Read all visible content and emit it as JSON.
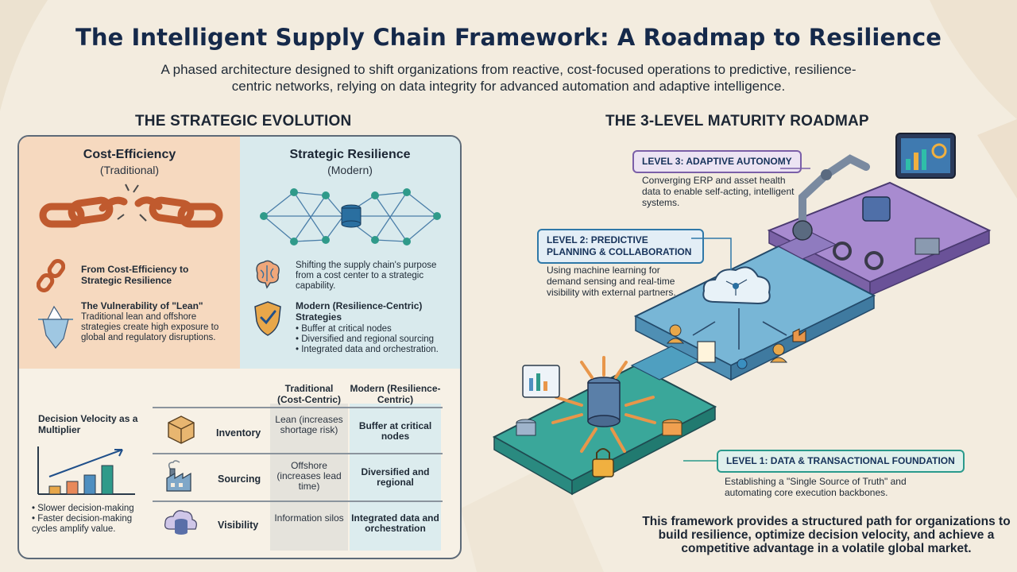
{
  "header": {
    "title": "The Intelligent Supply Chain Framework: A Roadmap to Resilience",
    "subtitle": "A phased architecture designed to shift organizations from reactive, cost-focused operations to predictive, resilience-centric networks, relying on data integrity for advanced automation and adaptive intelligence."
  },
  "evolution": {
    "heading": "THE STRATEGIC EVOLUTION",
    "cost": {
      "title": "Cost-Efficiency",
      "subtitle": "(Traditional)",
      "items": [
        {
          "title": "From Cost-Efficiency to Strategic Resilience",
          "icon": "broken-link-icon"
        },
        {
          "title": "The Vulnerability of \"Lean\"",
          "body": "Traditional lean and offshore strategies create high exposure to global and regulatory disruptions.",
          "icon": "iceberg-icon"
        }
      ]
    },
    "resilience": {
      "title": "Strategic Resilience",
      "subtitle": "(Modern)",
      "purpose": "Shifting the supply chain's purpose from a cost center to a strategic capability.",
      "strategies_title": "Modern (Resilience-Centric) Strategies",
      "strategies": [
        "Buffer at critical nodes",
        "Diversified and regional sourcing",
        "Integrated data and orchestration."
      ]
    },
    "velocity": {
      "title": "Decision Velocity as a Multiplier",
      "bullets": [
        "Slower decision-making",
        "Faster decision-making cycles amplify value."
      ]
    },
    "table": {
      "headers": [
        "Traditional (Cost-Centric)",
        "Modern (Resilience-Centric)"
      ],
      "rows": [
        {
          "label": "Inventory",
          "traditional": "Lean (increases shortage risk)",
          "modern": "Buffer at critical nodes",
          "icon": "box-icon"
        },
        {
          "label": "Sourcing",
          "traditional": "Offshore (increases lead time)",
          "modern": "Diversified and regional",
          "icon": "factory-icon"
        },
        {
          "label": "Visibility",
          "traditional": "Information silos",
          "modern": "Integrated data and orchestration",
          "icon": "cloud-database-icon"
        }
      ]
    }
  },
  "roadmap": {
    "heading": "THE 3-LEVEL MATURITY ROADMAP",
    "levels": [
      {
        "tag": "LEVEL 3: ADAPTIVE AUTONOMY",
        "desc": "Converging ERP and asset health data to enable self-acting, intelligent systems.",
        "color": "#7b5fa8"
      },
      {
        "tag": "LEVEL 2: PREDICTIVE PLANNING & COLLABORATION",
        "desc": "Using machine learning for demand sensing and real-time visibility with external partners.",
        "color": "#2f78a8"
      },
      {
        "tag": "LEVEL 1: DATA & TRANSACTIONAL FOUNDATION",
        "desc": "Establishing a \"Single Source of Truth\" and automating core execution backbones.",
        "color": "#2b9a8c"
      }
    ],
    "closing": "This framework provides a structured path for organizations to build resilience, optimize decision velocity, and achieve a competitive advantage in a volatile global market."
  }
}
